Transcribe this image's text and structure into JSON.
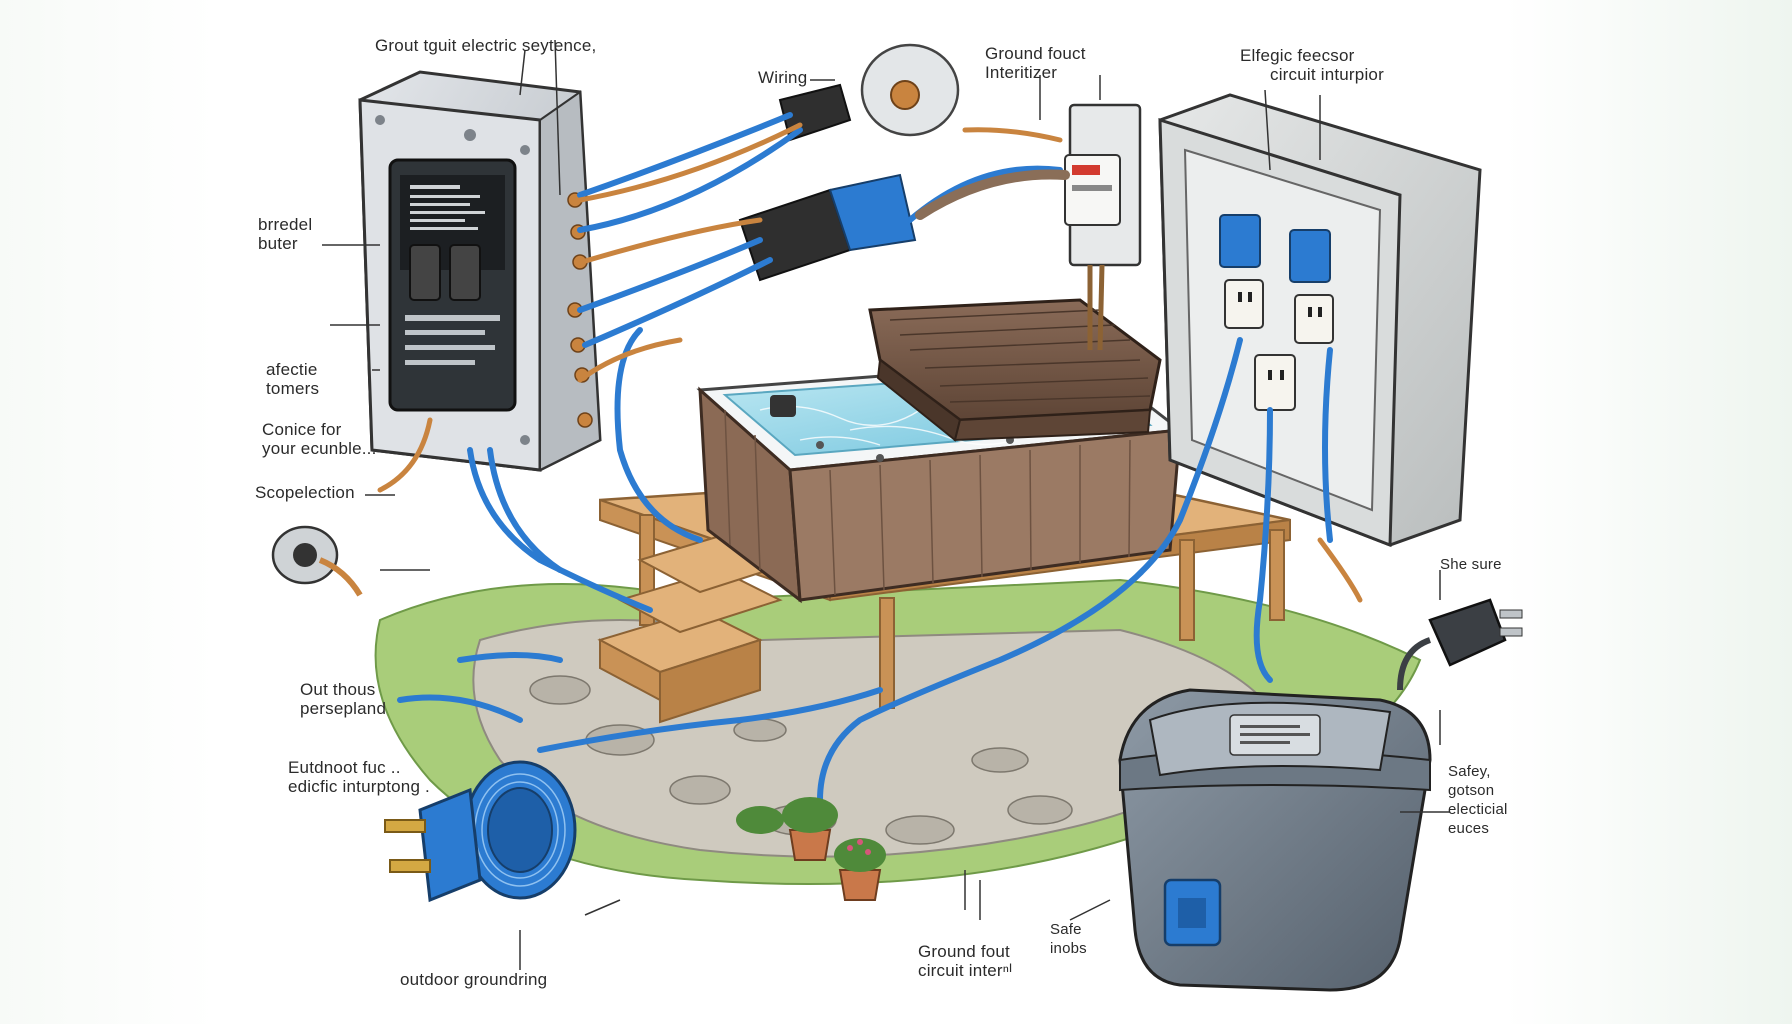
{
  "labels": {
    "gfi_title": "Grout tguit electric seytence,",
    "wiring": "Wiring",
    "ground_fout_top": [
      "Ground fouct",
      "Interitizer"
    ],
    "elfegic": [
      "Elfegic feecsor",
      "circuit inturpior"
    ],
    "breaker_button": [
      "brredel",
      "buter"
    ],
    "safety_tomers": [
      "afectie",
      "tomers"
    ],
    "connect_for": [
      "Conice for",
      "your ecunble..."
    ],
    "scopelection": "Scopelection",
    "she_sure": "She sure",
    "out_thous": [
      "Out thous",
      "persepland"
    ],
    "outdoor_fuc": [
      "Eutdnoot fuc ..",
      "edicfic inturptong ."
    ],
    "safety_motson": [
      "Safey,",
      "gotson",
      "electicial",
      "euces"
    ],
    "safe_inobs": [
      "Safe",
      "inobs"
    ],
    "ground_fout_bottom": [
      "Ground fout",
      "circuit interⁿᴵ"
    ],
    "outdoor_grounding": "outdoor groundring"
  },
  "icons": [
    "breaker-panel",
    "wall-outlet-box",
    "gfci-module",
    "hot-tub",
    "wooden-deck",
    "cable-reel-plug",
    "plug-connector",
    "pump-housing"
  ],
  "colors": {
    "cable_blue": "#2c7bd1",
    "cable_copper": "#c9843f",
    "water": "#8fd3e6",
    "tub_wood": "#8b6a55",
    "deck_wood": "#d9a86a",
    "grass": "#9cc46b",
    "panel_gray": "#c9ced3"
  }
}
